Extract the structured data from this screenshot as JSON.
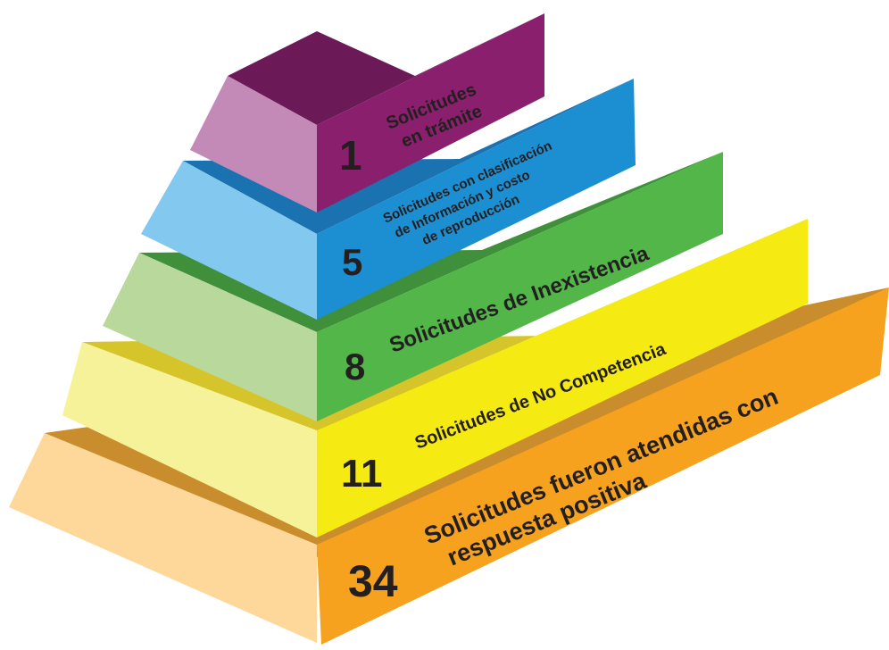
{
  "colors": {
    "tier1": {
      "side": "#c38ab8",
      "front": "#8a1f6d",
      "top": "#6b1a57"
    },
    "tier2": {
      "side": "#82c8ef",
      "front": "#1c8fd2",
      "top": "#1a72b0"
    },
    "tier3": {
      "side": "#b9d89b",
      "front": "#52b648",
      "top": "#3f8f3b"
    },
    "tier4": {
      "side": "#f6f29a",
      "front": "#f5ea12",
      "top": "#d6c52a"
    },
    "tier5": {
      "side": "#fed89a",
      "front": "#f6a21e",
      "top": "#c98d2e"
    },
    "text": "#231f20"
  },
  "tiers": [
    {
      "number": "1",
      "label_lines": [
        "Solicitudes",
        "en trámite"
      ]
    },
    {
      "number": "5",
      "label_lines": [
        "Solicitudes con clasificación",
        "de Información y costo",
        "de reproducción"
      ]
    },
    {
      "number": "8",
      "label_lines": [
        "Solicitudes de Inexistencia"
      ]
    },
    {
      "number": "11",
      "label_lines": [
        "Solicitudes de No Competencia"
      ]
    },
    {
      "number": "34",
      "label_lines": [
        "Solicitudes fueron atendidas con",
        "respuesta positiva"
      ]
    }
  ]
}
